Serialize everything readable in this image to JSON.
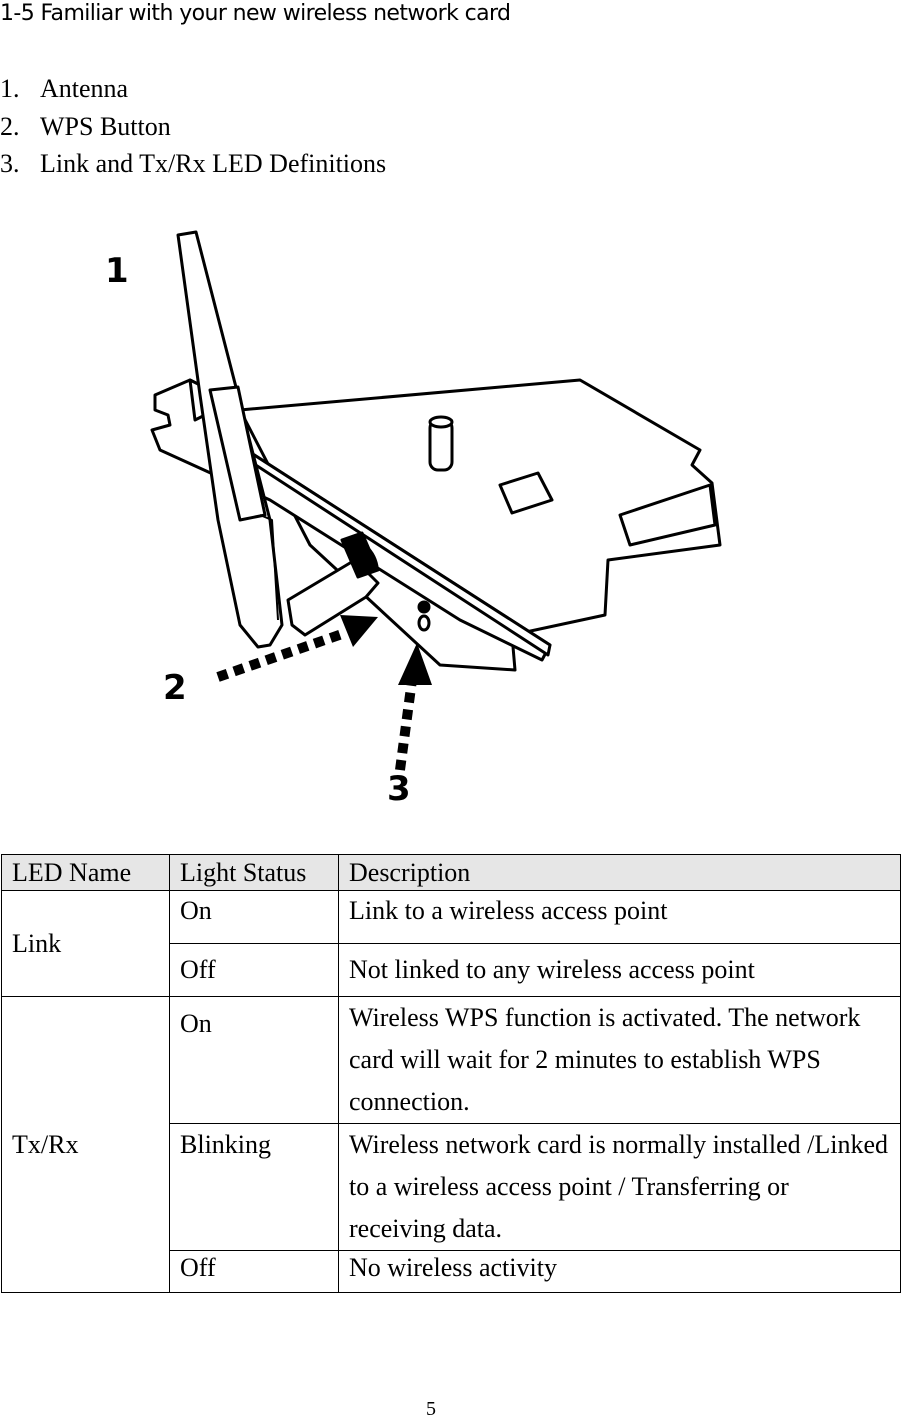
{
  "heading": "1-5 Familiar with your new wireless network card",
  "items": [
    {
      "num": "1.",
      "text": "Antenna"
    },
    {
      "num": "2.",
      "text": "WPS Button"
    },
    {
      "num": "3.",
      "text": "Link and Tx/Rx LED Definitions"
    }
  ],
  "figure": {
    "callout_1": "1",
    "callout_2": "2",
    "callout_3": "3"
  },
  "table": {
    "headers": [
      "LED Name",
      "Light Status",
      "Description"
    ],
    "link": {
      "name": "Link",
      "rows": [
        {
          "status": "On",
          "desc": "Link to a wireless access point"
        },
        {
          "status": "Off",
          "desc": "Not linked to any wireless access point"
        }
      ]
    },
    "txrx": {
      "name": "Tx/Rx",
      "rows": [
        {
          "status": "On",
          "desc": "Wireless WPS function is activated. The network card will wait for 2 minutes to establish WPS connection."
        },
        {
          "status": "Blinking",
          "desc": "Wireless network card is normally installed /Linked to a wireless access point / Transferring or receiving data."
        },
        {
          "status": "Off",
          "desc": "No wireless activity"
        }
      ]
    }
  },
  "page_number": "5"
}
